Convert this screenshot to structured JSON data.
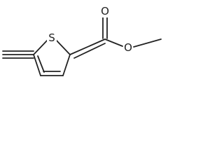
{
  "molecule": {
    "atoms": {
      "sulfur": "S",
      "carbonyl_oxygen": "O",
      "ester_oxygen": "O"
    },
    "colors": {
      "ink": "#222222",
      "background": "#ffffff"
    }
  }
}
